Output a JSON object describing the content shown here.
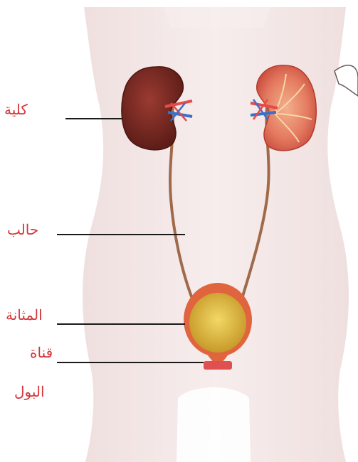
{
  "labels": {
    "kidney": "كلية",
    "ureter": "حالب",
    "bladder": "المثانة",
    "urethra_line1": "قناة",
    "urethra_line2": "البول"
  },
  "colors": {
    "label_text": "#d5363b",
    "leader_line": "#1a1a1a",
    "body_skin": "#f3e6e6",
    "kidney_left": "#7c2a24",
    "kidney_right": "#e27c64",
    "ureter": "#a06a4a",
    "bladder_outer": "#e0643e",
    "bladder_inner": "#d8b43e",
    "artery": "#e64a4a",
    "vein": "#3a70c8"
  },
  "icons": [
    "kidney-icon",
    "bladder-icon",
    "body-silhouette"
  ]
}
